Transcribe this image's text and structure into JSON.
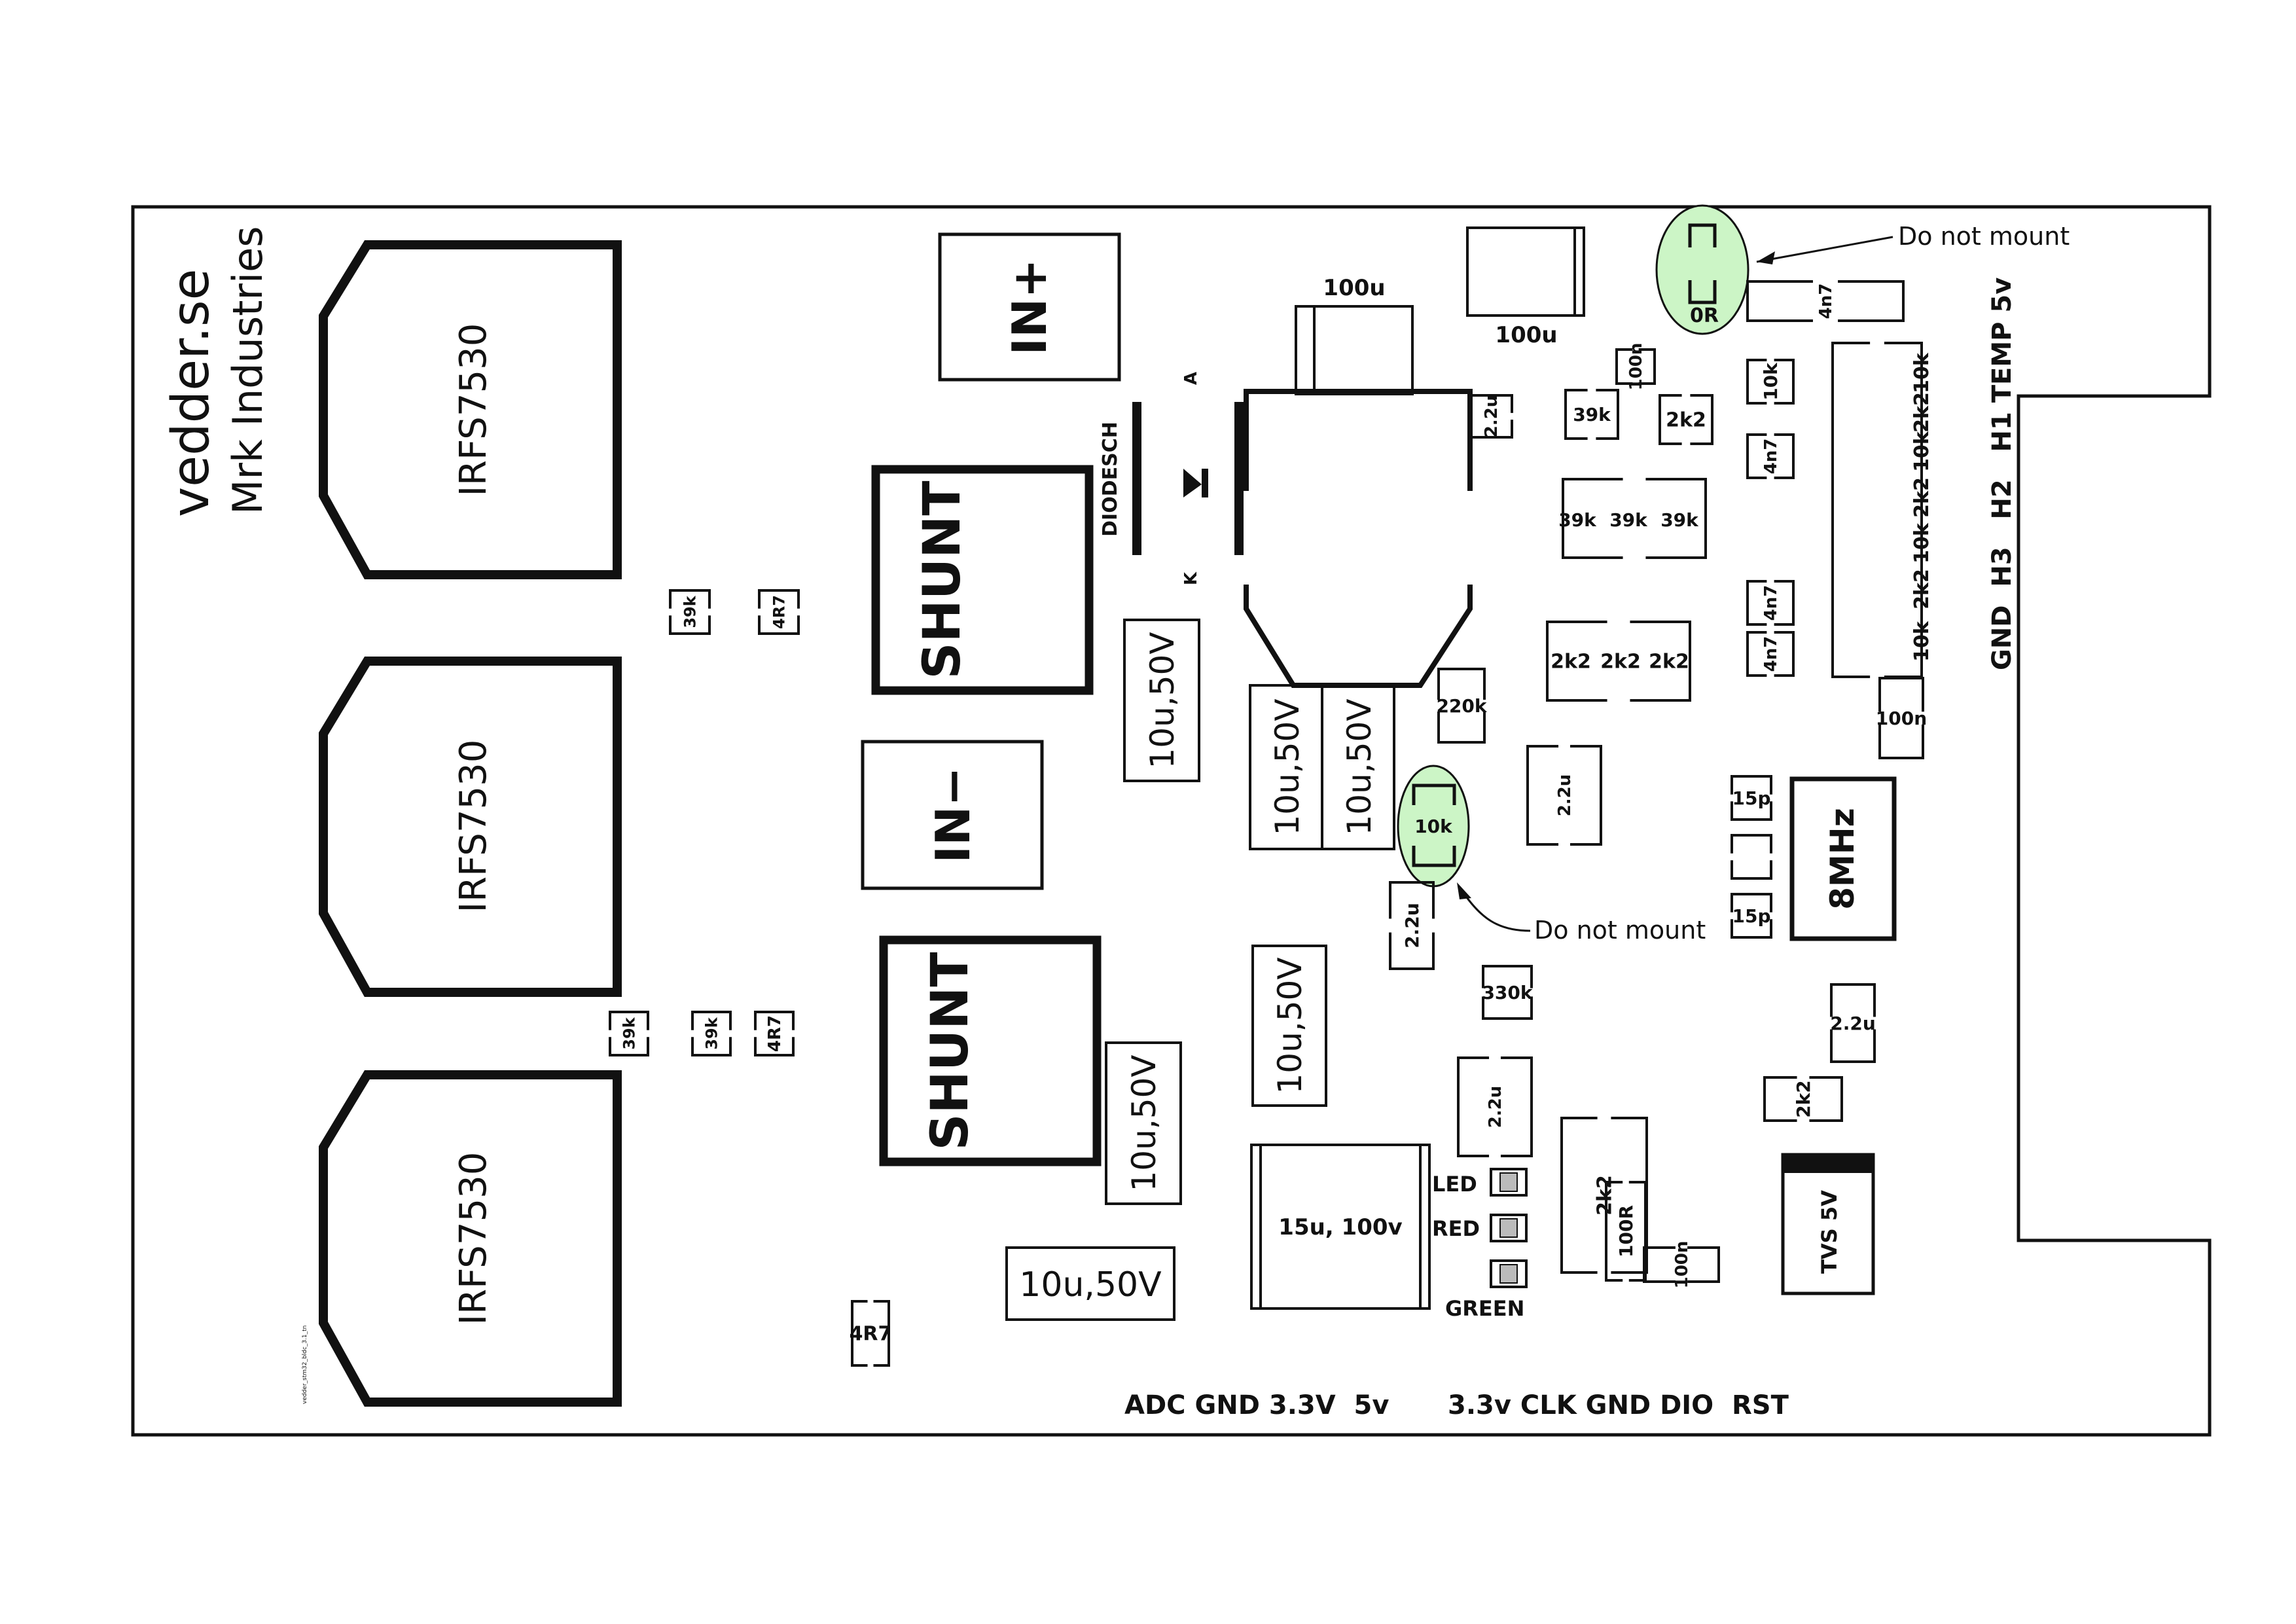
{
  "brand": {
    "site": "vedder.se",
    "company": "Mrk Industries",
    "tiny_file_label": "vedder_stm32_bldc_3.1_tn"
  },
  "connectors": {
    "right_header": "GND  H3   H2   H1 TEMP 5v",
    "bottom_left": "ADC GND 3.3V  5v",
    "bottom_right": "3.3v CLK GND DIO  RST"
  },
  "notes": {
    "dnm_top": "Do not mount",
    "dnm_mid": "Do not mount"
  },
  "components": {
    "mosfet_label": "IRFS7530",
    "shunt_label": "SHUNT",
    "in_plus": "IN+",
    "in_minus": "IN−",
    "diode_label": "DIODESCH",
    "diode_a": "A",
    "diode_k": "K",
    "cap_100u": "100u",
    "cap_10u50v": "10u,50V",
    "cap_15u100v": "15u, 100v",
    "crystal": "8MHz",
    "tvs": "TVS 5V",
    "r_0r": "0R",
    "r_10k": "10k",
    "r_39k": "39k",
    "r_4r7": "4R7",
    "r_2k2": "2k2",
    "r_220k": "220k",
    "r_330k": "330k",
    "r_100r": "100R",
    "c_2u2": "2.2u",
    "c_4n7": "4n7",
    "c_100n": "100n",
    "c_15p": "15p"
  },
  "leds": {
    "led": "LED",
    "red": "RED",
    "green": "GREEN"
  },
  "highlight_color": "#ccf5c6",
  "outline_color": "#111111"
}
